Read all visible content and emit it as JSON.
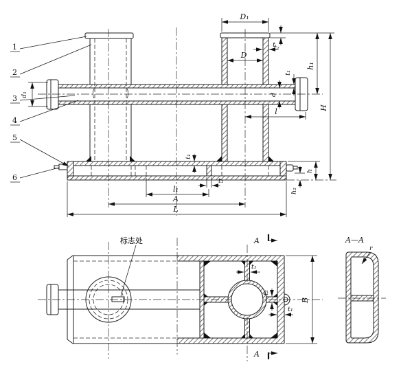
{
  "colors": {
    "line": "#1c1c1c",
    "background": "#ffffff"
  },
  "part_numbers": {
    "p1": "1",
    "p2": "2",
    "p3": "3",
    "p4": "4",
    "p5": "5",
    "p6": "6"
  },
  "side_view": {
    "dim_D1": "D₁",
    "dim_t2_cap": "t₂",
    "dim_D": "D",
    "dim_t": "t",
    "dim_h1": "h₁",
    "dim_H": "H",
    "dim_t1_pipe": "t₁",
    "dim_d": "d",
    "dim_l": "l",
    "dim_d1": "d₁",
    "dim_t1_plate": "t₁",
    "dim_t1_rib": "t₁",
    "dim_l1": "l₁",
    "dim_A": "A",
    "dim_L": "L",
    "dim_h": "h",
    "dim_h2": "h₂"
  },
  "plan_view": {
    "mark_label": "标志处",
    "cut_letter_top": "A",
    "cut_letter_bottom": "A",
    "dim_t1_top": "t₁",
    "dim_t2_rib": "t₂",
    "dim_t1_wall": "t₁",
    "dim_B": "B"
  },
  "section_view": {
    "title": "A—A",
    "dim_r": "r"
  }
}
